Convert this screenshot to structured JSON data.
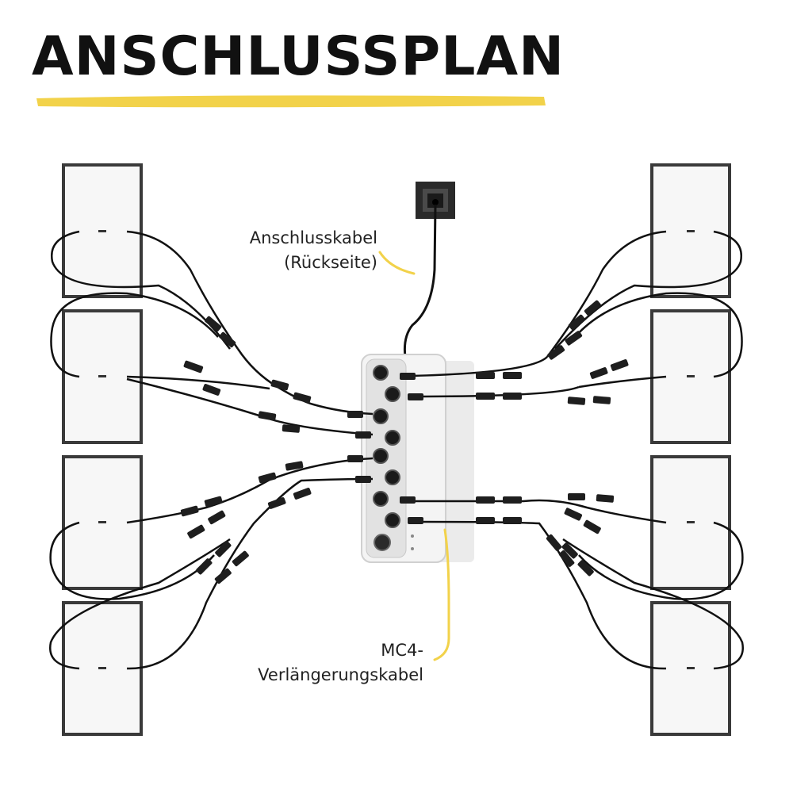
{
  "title": "ANSCHLUSSPLAN",
  "labels": {
    "connection_cable_line1": "Anschlusskabel",
    "connection_cable_line2": "(Rückseite)",
    "extension_cable_line1": "MC4-",
    "extension_cable_line2": "Verlängerungskabel"
  },
  "colors": {
    "accent": "#f2d24a",
    "cable": "#111111",
    "panel_frame": "#3a3a3a",
    "panel_fill": "#f7f7f7",
    "hub_fill": "#f2f2f2"
  },
  "icons": {
    "wall_socket": "wall-socket-icon",
    "solar_panel": "solar-panel-icon",
    "mc4_connector": "mc4-connector-icon",
    "inverter_hub": "inverter-hub-icon"
  },
  "counts": {
    "solar_panels": 8,
    "hub_port_pairs": 4
  }
}
